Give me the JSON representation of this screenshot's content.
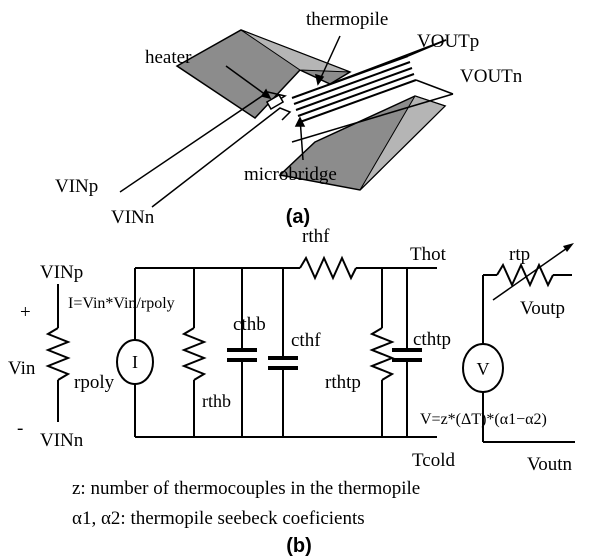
{
  "figure_a": {
    "labels": {
      "thermopile": "thermopile",
      "heater": "heater",
      "voutp": "VOUTp",
      "voutn": "VOUTn",
      "vinp": "VINp",
      "vinn": "VINn",
      "microbridge": "microbridge"
    },
    "caption": "(a)"
  },
  "figure_b": {
    "labels": {
      "vinp": "VINp",
      "plus": "+",
      "vin": "Vin",
      "minus": "-",
      "vinn": "VINn",
      "rpoly": "rpoly",
      "current_formula": "I=Vin*Vin/rpoly",
      "current_source": "I",
      "rthb": "rthb",
      "cthb": "cthb",
      "cthf": "cthf",
      "rthf": "rthf",
      "thot": "Thot",
      "cthtp": "cthtp",
      "rthtp": "rthtp",
      "tcold": "Tcold",
      "voltage_source": "V",
      "rtp": "rtp",
      "voutp": "Voutp",
      "voutn": "Voutn",
      "voltage_formula": "V=z*(ΔT)*(α1−α2)"
    },
    "notes": [
      "z: number of thermocouples in the thermopile",
      "α1, α2: thermopile seebeck coeficients"
    ],
    "caption": "(b)"
  }
}
